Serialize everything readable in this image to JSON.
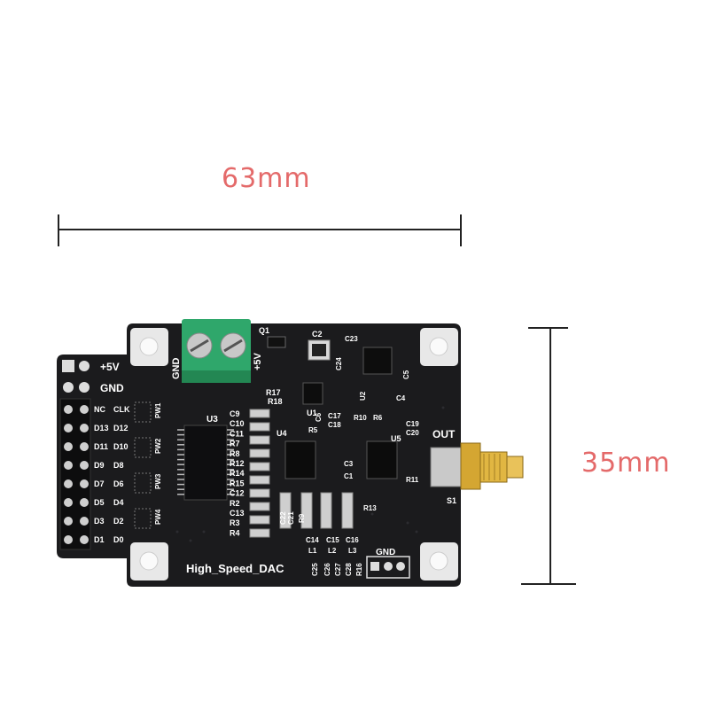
{
  "dimensions": {
    "width": "63mm",
    "height": "35mm"
  },
  "board": {
    "title": "High_Speed_DAC",
    "power": {
      "plus5v": "+5V",
      "gnd": "GND"
    },
    "terminal": {
      "gnd": "GND",
      "plus5v": "+5V"
    },
    "pin_rows": [
      [
        "NC",
        "CLK"
      ],
      [
        "D13",
        "D12"
      ],
      [
        "D11",
        "D10"
      ],
      [
        "D9",
        "D8"
      ],
      [
        "D7",
        "D6"
      ],
      [
        "D5",
        "D4"
      ],
      [
        "D3",
        "D2"
      ],
      [
        "D1",
        "D0"
      ]
    ],
    "pw_labels": [
      "PW1",
      "PW2",
      "PW3",
      "PW4"
    ],
    "left_refs": [
      "C9",
      "C10",
      "C11",
      "R7",
      "R8",
      "R12",
      "R14",
      "R15",
      "C12",
      "R2",
      "C13",
      "R3",
      "R4"
    ],
    "chip_refs": {
      "u1": "U1",
      "u2": "U2",
      "u3": "U3",
      "u4": "U4",
      "u5": "U5",
      "q1": "Q1",
      "s1": "S1"
    },
    "top_refs": {
      "c2": "C2",
      "c23": "C23",
      "c24": "C24",
      "c4": "C4",
      "c5": "C5",
      "c6": "C6",
      "c17": "C17",
      "c18": "C18",
      "r5": "R5",
      "r6": "R6",
      "r10": "R10",
      "r17": "R17",
      "r18": "R18"
    },
    "right_refs": {
      "c19": "C19",
      "c20": "C20",
      "r11": "R11",
      "c3": "C3",
      "c1": "C1",
      "r13": "R13"
    },
    "bottom_refs": {
      "c22": "C22",
      "c21": "C21",
      "r9": "R9",
      "c14": "C14",
      "c15": "C15",
      "c16": "C16",
      "l1": "L1",
      "l2": "L2",
      "l3": "L3",
      "c25": "C25",
      "c26": "C26",
      "c27": "C27",
      "c28": "C28",
      "r16": "R16"
    },
    "gnd_header": "GND",
    "output_label": "OUT"
  },
  "colors": {
    "pcb": "#1b1b1d",
    "dimension_text": "#e46a6a",
    "terminal": "#2fa76b",
    "sma": "#d4a632"
  }
}
